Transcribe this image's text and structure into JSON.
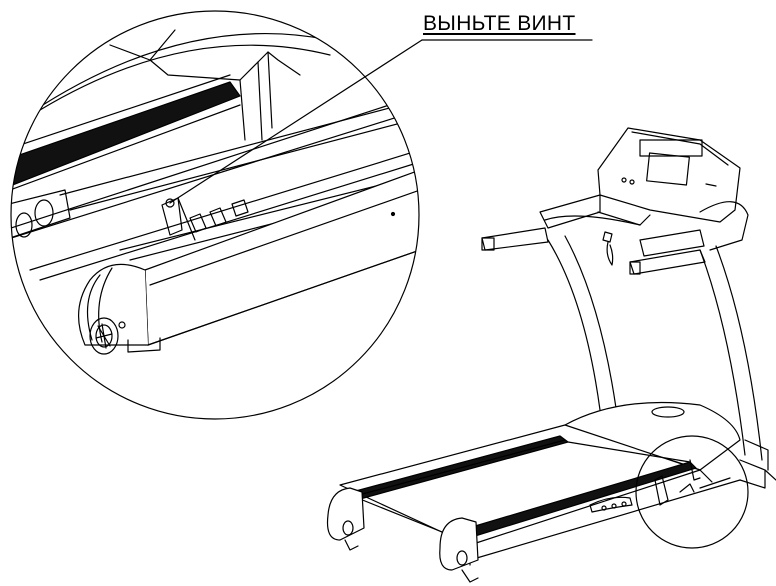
{
  "callout": {
    "label": "ВЫНЬТЕ ВИНТ"
  },
  "colors": {
    "line": "#000000",
    "background": "#ffffff",
    "belt": "#111111"
  },
  "icons": [
    "treadmill-illustration",
    "magnified-detail-circle",
    "screw-callout-leader"
  ]
}
